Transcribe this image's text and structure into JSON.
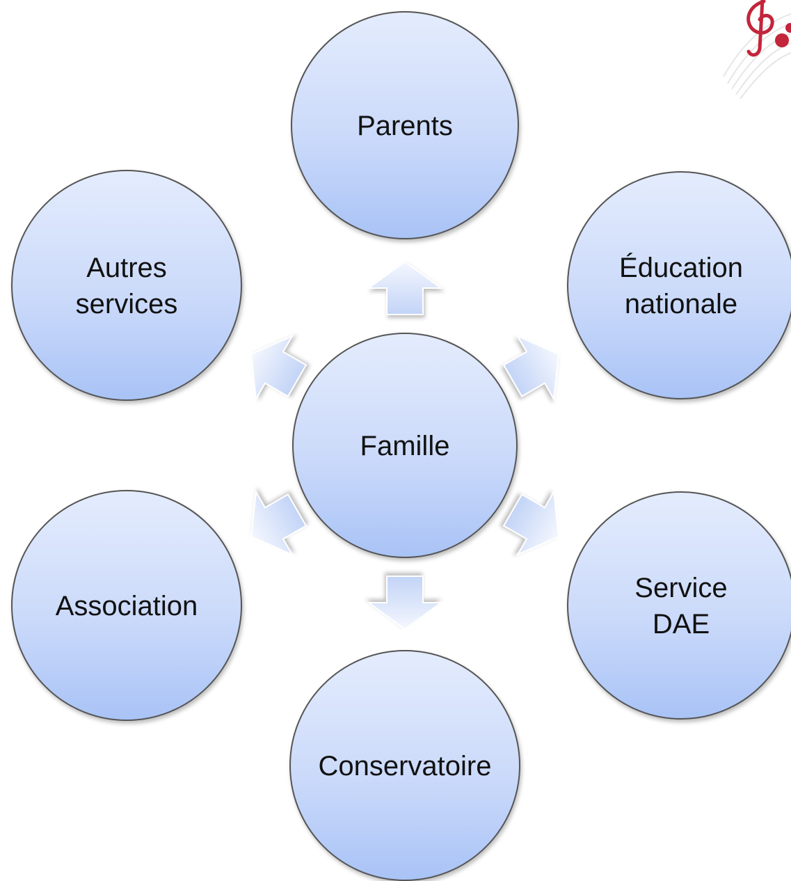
{
  "diagram": {
    "center": {
      "label": "Famille"
    },
    "nodes": [
      {
        "id": "parents",
        "lines": [
          "Parents"
        ]
      },
      {
        "id": "education-nationale",
        "lines": [
          "Éducation",
          "nationale"
        ]
      },
      {
        "id": "service-dae",
        "lines": [
          "Service",
          "DAE"
        ]
      },
      {
        "id": "conservatoire",
        "lines": [
          "Conservatoire"
        ]
      },
      {
        "id": "association",
        "lines": [
          "Association"
        ]
      },
      {
        "id": "autres-services",
        "lines": [
          "Autres",
          "services"
        ]
      }
    ]
  },
  "colors": {
    "circle_fill_top": "#e4ecfd",
    "circle_fill_bottom": "#a9c3f6",
    "arrow_fill_top": "#f4f7fe",
    "arrow_fill_bottom": "#c3d4f7",
    "circle_stroke": "#555555",
    "text": "#111111",
    "logo_red": "#c3253a"
  },
  "logo": {
    "icon": "treble-clef-music-logo"
  }
}
